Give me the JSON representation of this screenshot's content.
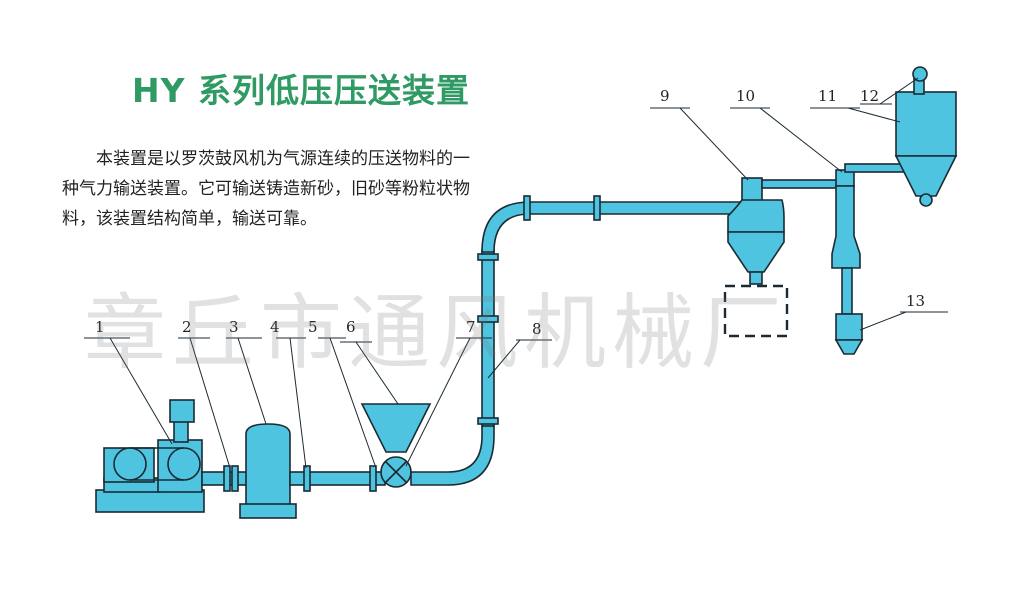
{
  "title": "HY 系列低压压送装置",
  "description": {
    "line1": "本装置是以罗茨鼓风机为气源连续的压送物料的一",
    "line2": "种气力输送装置。它可输送铸造新砂，旧砂等粉粒状物",
    "line3": "料，该装置结构简单，输送可靠。"
  },
  "watermark": "章丘市通风机械厂",
  "labels": [
    "1",
    "2",
    "3",
    "4",
    "5",
    "6",
    "7",
    "8",
    "9",
    "10",
    "11",
    "12",
    "13"
  ],
  "colors": {
    "equipment": "#4fc4e0",
    "outline": "#1b2a33",
    "title": "#2f9a63"
  }
}
